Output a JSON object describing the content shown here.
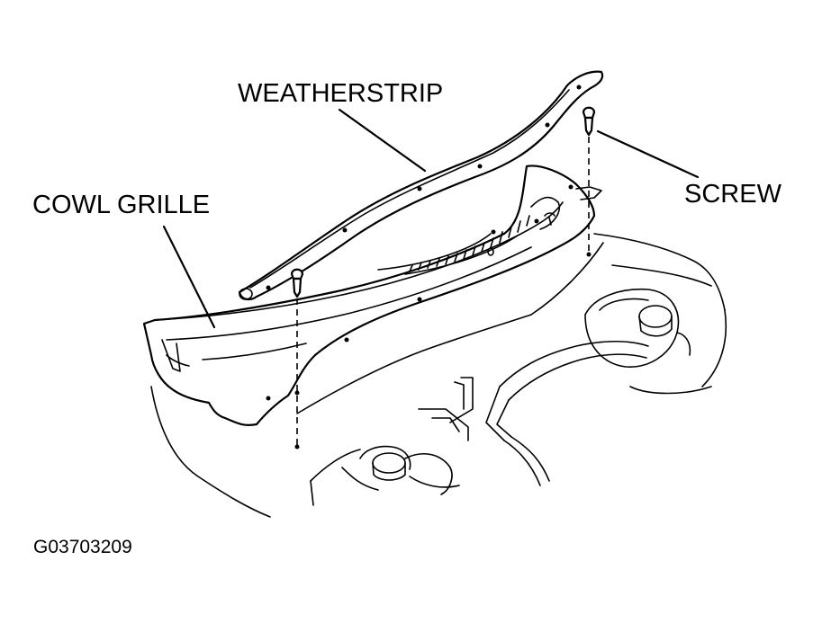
{
  "labels": {
    "weatherstrip": "WEATHERSTRIP",
    "cowl_grille": "COWL GRILLE",
    "screw": "SCREW",
    "figure_code": "G03703209"
  },
  "colors": {
    "ink": "#000000",
    "paper": "#ffffff"
  }
}
